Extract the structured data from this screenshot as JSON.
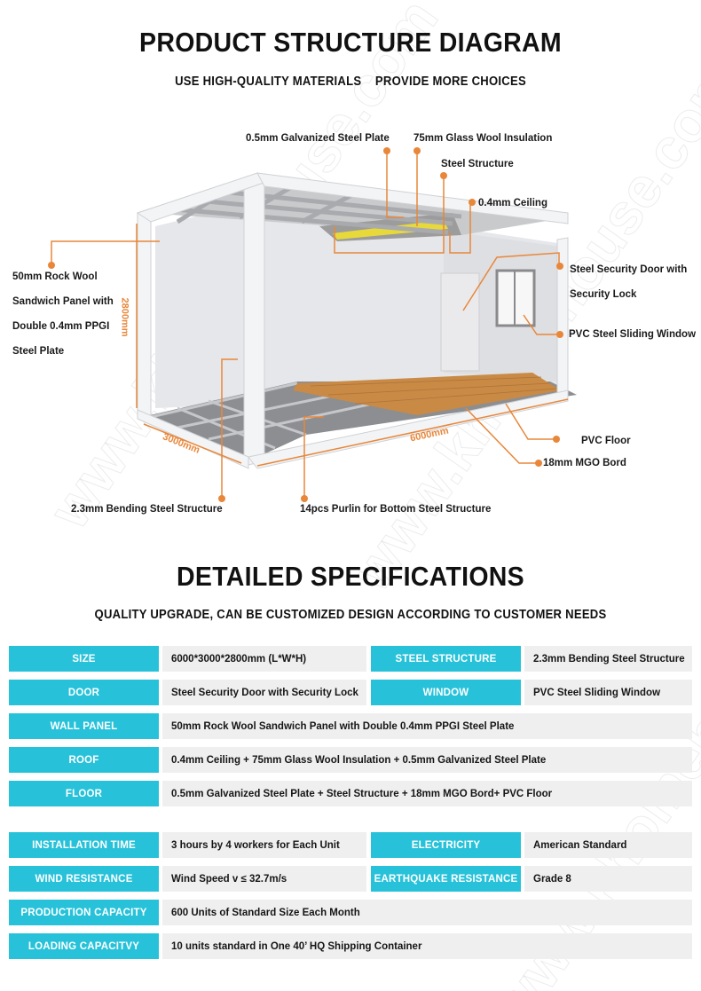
{
  "header": {
    "title": "PRODUCT STRUCTURE DIAGRAM",
    "subtitle": "USE HIGH-QUALITY MATERIALS    PROVIDE MORE CHOICES"
  },
  "diagram": {
    "accent_color": "#e8873a",
    "dimensions": {
      "height": "2800mm",
      "width": "3000mm",
      "length": "6000mm"
    },
    "callouts": {
      "galvanized_plate": "0.5mm Galvanized Steel Plate",
      "glass_wool": "75mm Glass Wool Insulation",
      "steel_structure": "Steel Structure",
      "ceiling": "0.4mm Ceiling",
      "rock_wool": "50mm Rock Wool Sandwich Panel with Double 0.4mm PPGI Steel Plate",
      "door": "Steel Security Door with Security Lock",
      "window": "PVC Steel Sliding Window",
      "pvc_floor": "PVC Floor",
      "mgo_board": "18mm MGO Bord",
      "bending_steel": "2.3mm Bending Steel Structure",
      "purlin": "14pcs Purlin for Bottom Steel Structure"
    }
  },
  "specs": {
    "title": "DETAILED SPECIFICATIONS",
    "subtitle": "QUALITY UPGRADE, CAN BE CUSTOMIZED DESIGN ACCORDING TO CUSTOMER NEEDS",
    "label_color": "#27c2d9",
    "value_bg": "#efefef",
    "rows": [
      {
        "label": "SIZE",
        "value": "6000*3000*2800mm (L*W*H)",
        "label2": "STEEL STRUCTURE",
        "value2": "2.3mm Bending Steel Structure"
      },
      {
        "label": "DOOR",
        "value": "Steel Security Door with Security Lock",
        "label2": "WINDOW",
        "value2": "PVC Steel Sliding Window"
      },
      {
        "label": "WALL PANEL",
        "value": "50mm Rock Wool Sandwich Panel with Double 0.4mm PPGI Steel Plate"
      },
      {
        "label": "ROOF",
        "value": "0.4mm Ceiling + 75mm Glass Wool Insulation + 0.5mm Galvanized Steel Plate"
      },
      {
        "label": "FLOOR",
        "value": "0.5mm Galvanized Steel Plate + Steel Structure + 18mm MGO Bord+ PVC Floor"
      },
      {
        "label": "INSTALLATION TIME",
        "value": "3 hours by 4 workers for Each Unit",
        "label2": "ELECTRICITY",
        "value2": "American Standard"
      },
      {
        "label": "WIND RESISTANCE",
        "value": "Wind Speed v ≤ 32.7m/s",
        "label2": "EARTHQUAKE RESISTANCE",
        "value2": "Grade 8"
      },
      {
        "label": "PRODUCTION CAPACITY",
        "value": "600 Units of Standard Size Each Month"
      },
      {
        "label": "LOADING CAPACITVY",
        "value": "10 units standard in One 40’ HQ Shipping Container"
      }
    ]
  },
  "watermark": "www.khomehouse.com"
}
